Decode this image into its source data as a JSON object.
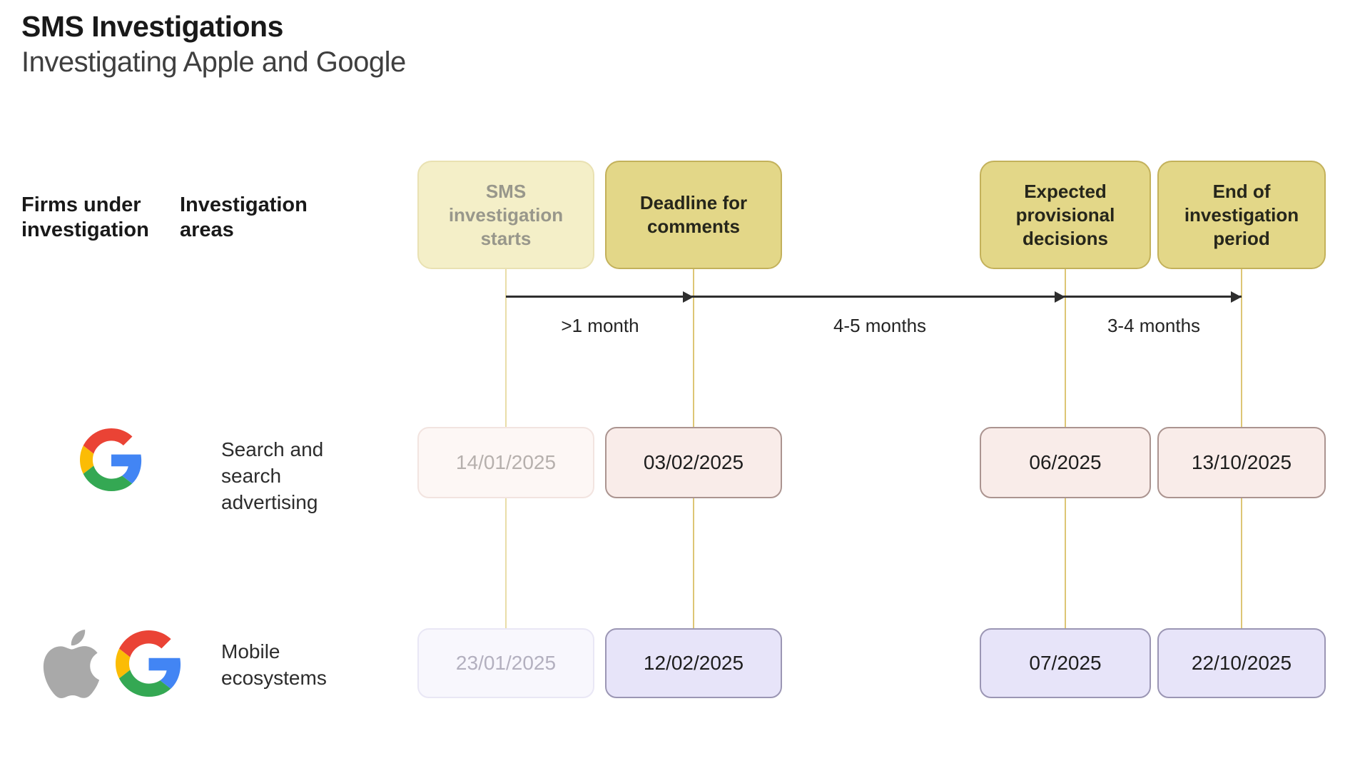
{
  "header": {
    "title": "SMS Investigations",
    "subtitle": "Investigating Apple and Google"
  },
  "columns": {
    "firms": "Firms under investigation",
    "areas": "Investigation areas"
  },
  "stages": [
    {
      "label": "SMS investigation starts",
      "state": "past"
    },
    {
      "label": "Deadline for comments",
      "state": "active"
    },
    {
      "label": "Expected provisional decisions",
      "state": "active"
    },
    {
      "label": "End of investigation period",
      "state": "active"
    }
  ],
  "spans": [
    ">1 month",
    "4-5 months",
    "3-4 months"
  ],
  "rows": [
    {
      "firms": [
        "google"
      ],
      "area": "Search and search advertising",
      "theme": "pink",
      "dates": [
        "14/01/2025",
        "03/02/2025",
        "06/2025",
        "13/10/2025"
      ],
      "first_date_state": "past"
    },
    {
      "firms": [
        "apple",
        "google"
      ],
      "area": "Mobile ecosystems",
      "theme": "purple",
      "dates": [
        "23/01/2025",
        "12/02/2025",
        "07/2025",
        "22/10/2025"
      ],
      "first_date_state": "past"
    }
  ],
  "icons": [
    "google-logo-icon",
    "apple-logo-icon"
  ],
  "colors": {
    "title_text": "#191919",
    "subtitle_text": "#3f3f3f",
    "label_text": "#2c2c2c",
    "stage_active_bg": "#e3d788",
    "stage_active_border": "#c3b15b",
    "stage_active_text": "#26261b",
    "stage_faded_bg": "#f4efc8",
    "stage_faded_border": "#e9e1b2",
    "stage_faded_text": "#98978b",
    "pink_bg": "#f9ece9",
    "pink_border": "#ab9490",
    "pink_faded_bg": "#fdf7f5",
    "pink_faded_border": "#f2e4e0",
    "purple_bg": "#e7e4f9",
    "purple_border": "#9b96b4",
    "purple_faded_bg": "#f8f7fd",
    "purple_faded_border": "#e9e7f5",
    "date_text": "#1d1d1d",
    "date_faded_pink_text": "#b6b0ad",
    "date_faded_purple_text": "#b3b0bf",
    "connector_line": "#ddc675",
    "connector_line_faded": "#e9dda8",
    "arrow": "#2e2e2e",
    "google_red": "#EA4335",
    "google_yellow": "#FBBC05",
    "google_green": "#34A853",
    "google_blue": "#4285F4",
    "apple_gray": "#a9a9a9"
  }
}
